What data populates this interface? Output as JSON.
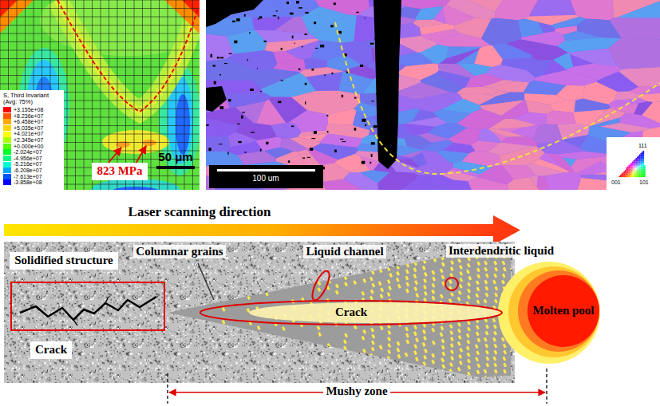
{
  "diagram": {
    "nodes": [
      {
        "text": [
          "823 MPa"
        ]
      },
      {
        "text": [
          "Solidified structure"
        ]
      },
      {
        "text": [
          "Crack"
        ]
      },
      {
        "text": [
          "Crack"
        ]
      },
      {
        "text": [
          "Molten pool"
        ]
      }
    ],
    "labels": [
      "S, Third Invariant",
      "(Avg: 75%)",
      "50 μm",
      "100 um",
      "111",
      "001",
      "101",
      "Laser scanning direction",
      "Columnar grains",
      "Liquid channel",
      "Interdendritic liquid",
      "Mushy zone"
    ],
    "legend": [
      {
        "text": "+3.155e+08",
        "color": "#ff0000"
      },
      {
        "text": "+8.236e+07",
        "color": "#ff5500"
      },
      {
        "text": "+6.458e+07",
        "color": "#ffaa00"
      },
      {
        "text": "+5.035e+07",
        "color": "#ffd400"
      },
      {
        "text": "+4.021e+07",
        "color": "#ffff00"
      },
      {
        "text": "+2.345e+07",
        "color": "#aaff00"
      },
      {
        "text": "+0.000e+00",
        "color": "#55ff00"
      },
      {
        "text": "-2.024e+07",
        "color": "#00ff2a"
      },
      {
        "text": "-4.956e+07",
        "color": "#00ff80"
      },
      {
        "text": "-5.216e+07",
        "color": "#00ffd4"
      },
      {
        "text": "-6.208e+07",
        "color": "#00aaff"
      },
      {
        "text": "-7.613e+07",
        "color": "#0055ff"
      },
      {
        "text": "-3.858e+08",
        "color": "#0000ff"
      }
    ]
  }
}
